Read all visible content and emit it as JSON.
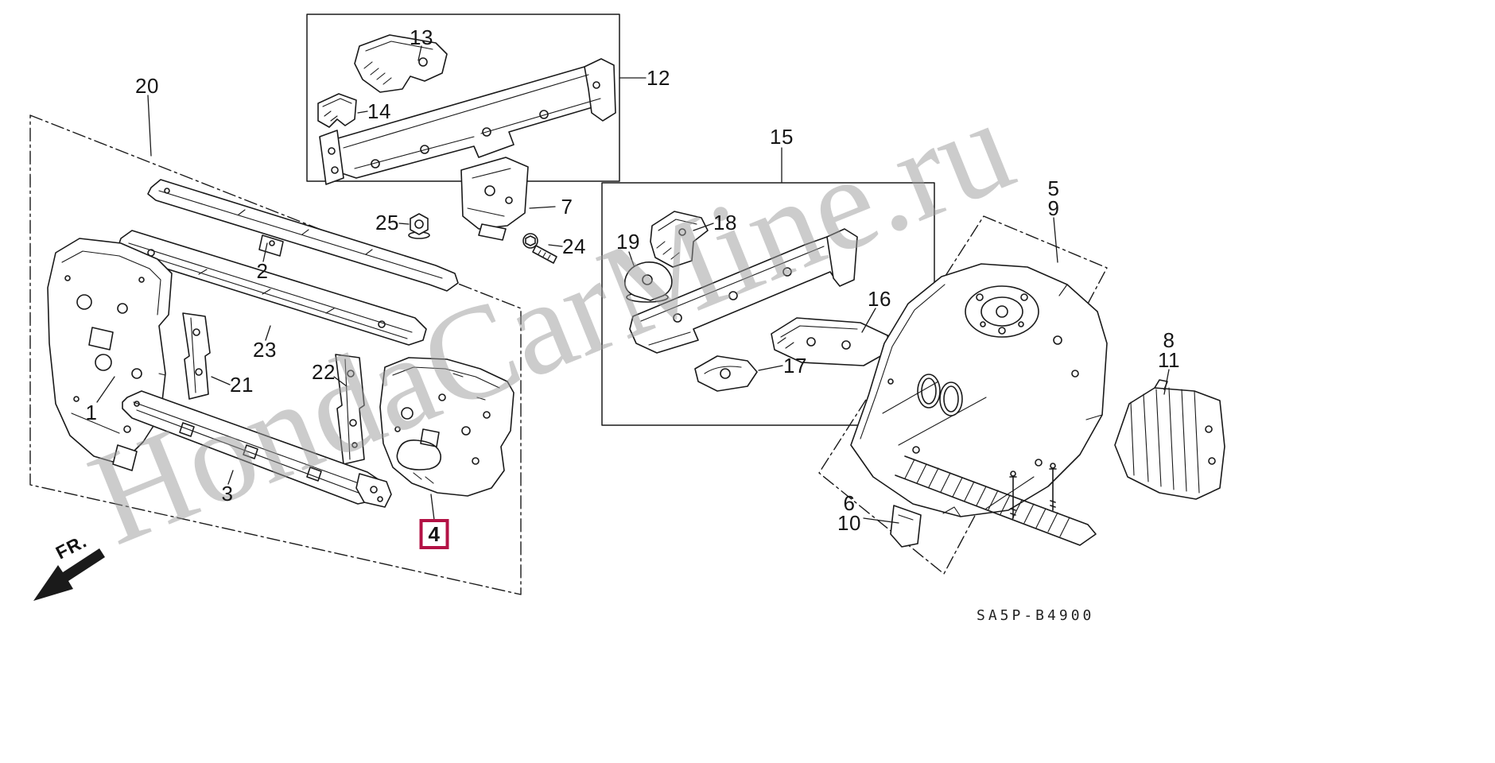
{
  "watermark": "HondaCarMine.ru",
  "diagram_code": "SA5P-B4900",
  "fr_label": "FR.",
  "colors": {
    "highlight": "#b31245",
    "line": "#1a1a1a",
    "watermark": "#9a9a9a"
  },
  "parts": [
    {
      "number": "20"
    },
    {
      "number": "13"
    },
    {
      "number": "14"
    },
    {
      "number": "12"
    },
    {
      "number": "25"
    },
    {
      "number": "7"
    },
    {
      "number": "24"
    },
    {
      "number": "2"
    },
    {
      "number": "23"
    },
    {
      "number": "22"
    },
    {
      "number": "21"
    },
    {
      "number": "1"
    },
    {
      "number": "3"
    },
    {
      "number": "4",
      "highlighted": true
    },
    {
      "number": "15"
    },
    {
      "number": "18"
    },
    {
      "number": "19"
    },
    {
      "number": "16"
    },
    {
      "number": "17"
    },
    {
      "number": "5"
    },
    {
      "number": "9"
    },
    {
      "number": "8"
    },
    {
      "number": "11"
    },
    {
      "number": "6"
    },
    {
      "number": "10"
    }
  ]
}
